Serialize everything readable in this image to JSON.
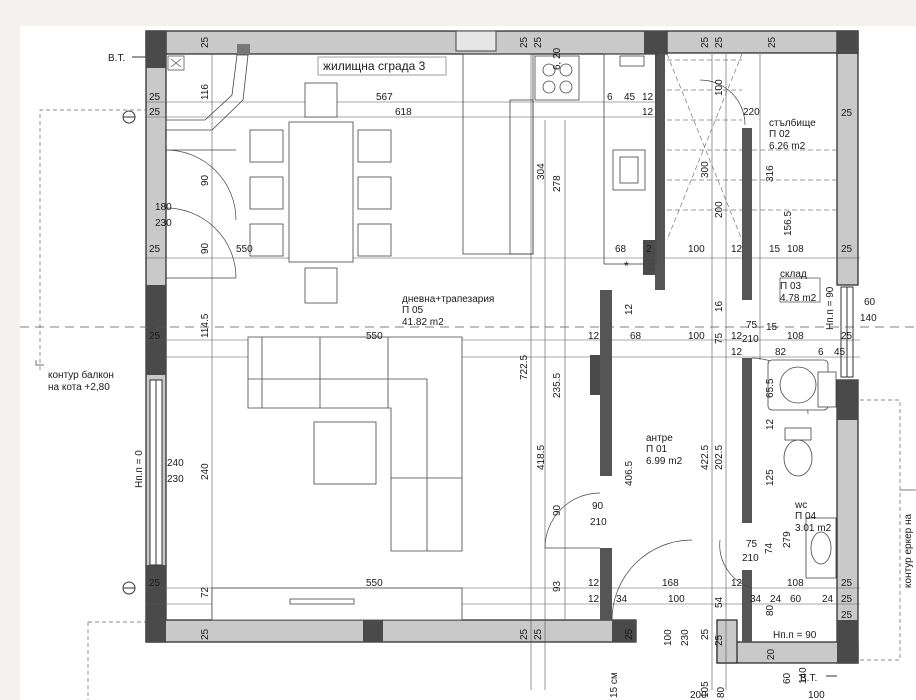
{
  "building_label": "жилищна сграда 3",
  "marks": {
    "vt_top": "В.Т.",
    "vt_bottom": "В.Т."
  },
  "rooms": {
    "living": {
      "name": "дневна+трапезария",
      "code": "П 05",
      "area": "41.82 m2"
    },
    "stairs": {
      "name": "стълбище",
      "code": "П 02",
      "area": "6.26 m2"
    },
    "storage": {
      "name": "склад",
      "code": "П 03",
      "area": "4.78 m2"
    },
    "hall": {
      "name": "антре",
      "code": "П 01",
      "area": "6.99 m2"
    },
    "wc": {
      "name": "wc",
      "code": "П 04",
      "area": "3.01 m2"
    }
  },
  "notes": {
    "balcony_1": "контур балкон",
    "balcony_2": "на кота +2,80",
    "bay": "контур еркер на",
    "hn0": "Нп.п = 0",
    "hn90_a": "Нп.п = 90",
    "hn90_b": "Нп.п = 90",
    "section_cm": "15 см"
  },
  "dims": {
    "t25a": "25",
    "t25b": "25",
    "t25c": "25",
    "t25d": "25",
    "t25e": "25",
    "t25f": "25",
    "b25a": "25",
    "b25b": "25",
    "b25c": "25",
    "b25d": "25",
    "b25e": "25",
    "l25a": "25",
    "l25b": "25",
    "l25c": "25",
    "l25d": "25",
    "l25e": "25",
    "r25a": "25",
    "r25b": "25",
    "r25c": "25",
    "r25d": "25",
    "r25e": "25",
    "r25f": "25",
    "d116": "116",
    "d567": "567",
    "d618": "618",
    "d6a": "6",
    "d45a": "45",
    "d12a": "12",
    "d12b": "12",
    "d620": "6, 20",
    "d100a": "100",
    "d220": "220",
    "d90a": "90",
    "d180": "180",
    "d230a": "230",
    "d90b": "90",
    "d550a": "550",
    "d304": "304",
    "d278": "278",
    "d300": "300",
    "d200": "200",
    "d316": "316",
    "d156": "156.5",
    "d68a": "68",
    "d2": "2",
    "d100b": "100",
    "d12c": "12",
    "d15": "15",
    "d108a": "108",
    "d12d": "12",
    "d16": "16",
    "d60a": "60",
    "d140a": "140",
    "d1145": "114.5",
    "d550b": "550",
    "d7225": "722.5",
    "d12e": "12",
    "d68b": "68",
    "d100c": "100",
    "d12f": "12",
    "d15b": "15",
    "d108b": "108",
    "d75a": "75",
    "d210a": "210",
    "d12g": "12",
    "d82": "82",
    "d6b": "6",
    "d45b": "45",
    "d2355": "235.5",
    "d655": "65.5",
    "d240a": "240",
    "d230b": "230",
    "d240b": "240",
    "d4185": "418.5",
    "d4065": "406.5",
    "d4225": "422.5",
    "d2025": "202.5",
    "d125": "125",
    "d12h": "12",
    "d90c": "90",
    "d210b": "210",
    "d90d": "90",
    "d279": "279",
    "d75b": "75",
    "d210c": "210",
    "d74": "74",
    "d72": "72",
    "d550c": "550",
    "d93": "93",
    "d12i": "12",
    "d168": "168",
    "d12j": "12",
    "d108c": "108",
    "d75c": "75",
    "d12k": "12",
    "d34a": "34",
    "d100d": "100",
    "d54": "54",
    "d34b": "34",
    "d24a": "24",
    "d60b": "60",
    "d24b": "24",
    "d80a": "80",
    "d100e": "100",
    "d230c": "230",
    "d25x": "25",
    "d20": "20",
    "d60c": "60",
    "d140b": "140",
    "d105": "105",
    "d80b": "80",
    "d100f": "100",
    "d200b": "200"
  }
}
